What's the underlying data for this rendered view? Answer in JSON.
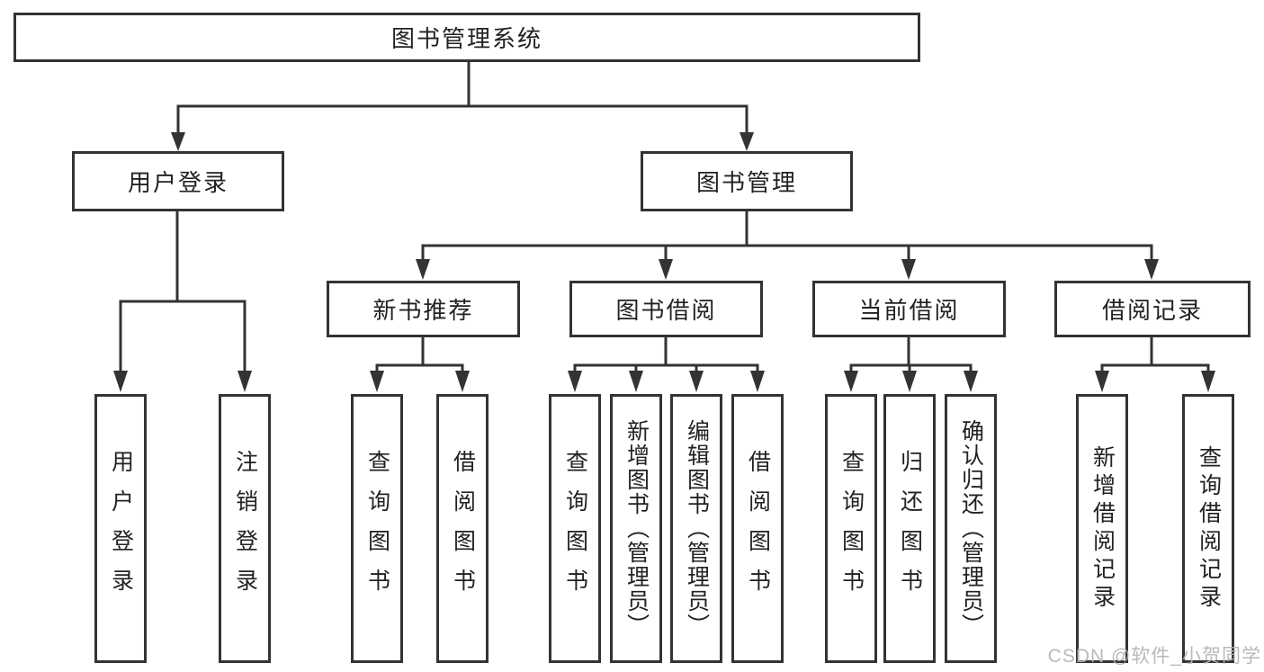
{
  "colors": {
    "line": "#333333",
    "box_border": "#333333",
    "text": "#222222",
    "background": "#ffffff",
    "watermark": "#b4b4b4"
  },
  "diagram": {
    "title": "图书管理系统",
    "level2": [
      {
        "label": "用户登录"
      },
      {
        "label": "图书管理"
      }
    ],
    "level3": [
      {
        "label": "新书推荐"
      },
      {
        "label": "图书借阅"
      },
      {
        "label": "当前借阅"
      },
      {
        "label": "借阅记录"
      }
    ],
    "leaves": [
      {
        "label": "用户登录",
        "parent": "用户登录"
      },
      {
        "label": "注销登录",
        "parent": "用户登录"
      },
      {
        "label": "查询图书",
        "parent": "新书推荐"
      },
      {
        "label": "借阅图书",
        "parent": "新书推荐"
      },
      {
        "label": "查询图书",
        "parent": "图书借阅"
      },
      {
        "label": "新增图书（管理员）",
        "parent": "图书借阅"
      },
      {
        "label": "编辑图书（管理员）",
        "parent": "图书借阅"
      },
      {
        "label": "借阅图书",
        "parent": "图书借阅"
      },
      {
        "label": "查询图书",
        "parent": "当前借阅"
      },
      {
        "label": "归还图书",
        "parent": "当前借阅"
      },
      {
        "label": "确认归还（管理员）",
        "parent": "当前借阅"
      },
      {
        "label": "新增借阅记录",
        "parent": "借阅记录"
      },
      {
        "label": "查询借阅记录",
        "parent": "借阅记录"
      }
    ]
  },
  "watermark": {
    "text": "CSDN @软件_小贺同学"
  }
}
